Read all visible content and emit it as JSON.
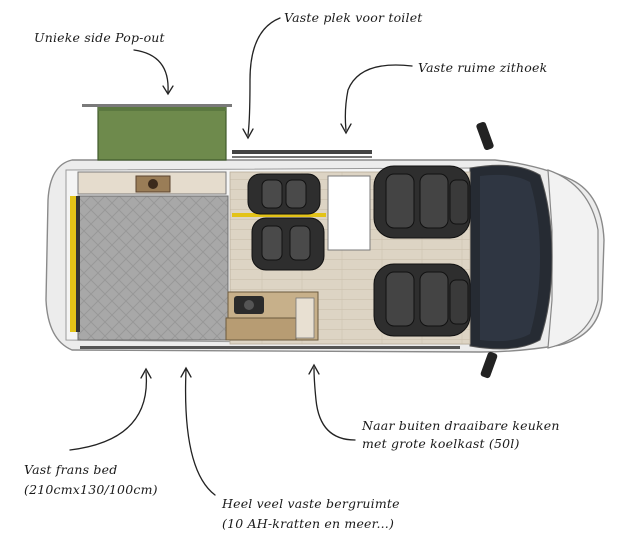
{
  "annotations": {
    "popout": "Unieke side Pop-out",
    "toilet": "Vaste plek voor toilet",
    "seating": "Vaste ruime zithoek",
    "kitchen_line1": "Naar buiten draaibare keuken",
    "kitchen_line2": "met grote koelkast (50l)",
    "bed_line1": "Vast frans bed",
    "bed_line2": "(210cmx130/100cm)",
    "storage_line1": "Heel veel vaste bergruimte",
    "storage_line2": "(10 AH-kratten en meer...)"
  },
  "colors": {
    "popout_green": "#6e8a4c",
    "bed_grey": "#a9a9a9",
    "floor_wood": "#d9cfbf",
    "seat_dark": "#2e2e2e",
    "accent_yellow": "#e3c318",
    "windshield": "#262b33"
  }
}
